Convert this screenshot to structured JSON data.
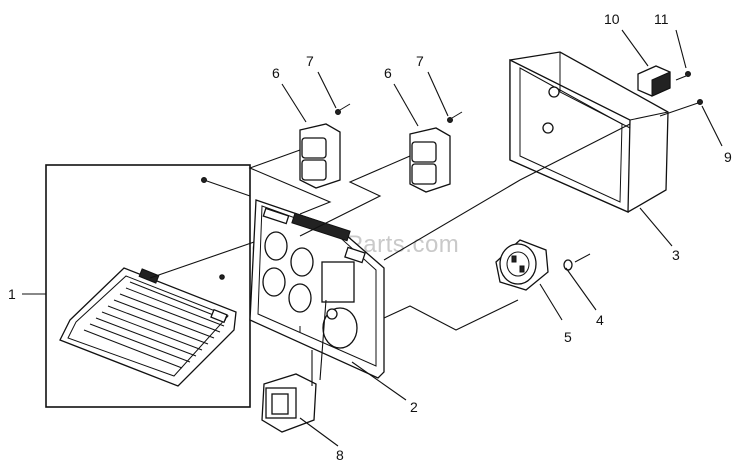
{
  "watermark": "eReplacementParts.com",
  "callouts": [
    {
      "id": "1",
      "text": "1"
    },
    {
      "id": "2",
      "text": "2"
    },
    {
      "id": "3",
      "text": "3"
    },
    {
      "id": "4",
      "text": "4"
    },
    {
      "id": "5",
      "text": "5"
    },
    {
      "id": "6a",
      "text": "6"
    },
    {
      "id": "6b",
      "text": "6"
    },
    {
      "id": "7a",
      "text": "7"
    },
    {
      "id": "7b",
      "text": "7"
    },
    {
      "id": "8",
      "text": "8"
    },
    {
      "id": "9",
      "text": "9"
    },
    {
      "id": "10",
      "text": "10"
    },
    {
      "id": "11",
      "text": "11"
    }
  ],
  "colors": {
    "line": "#111111",
    "watermark": "#c9c9c9",
    "background": "#ffffff"
  }
}
